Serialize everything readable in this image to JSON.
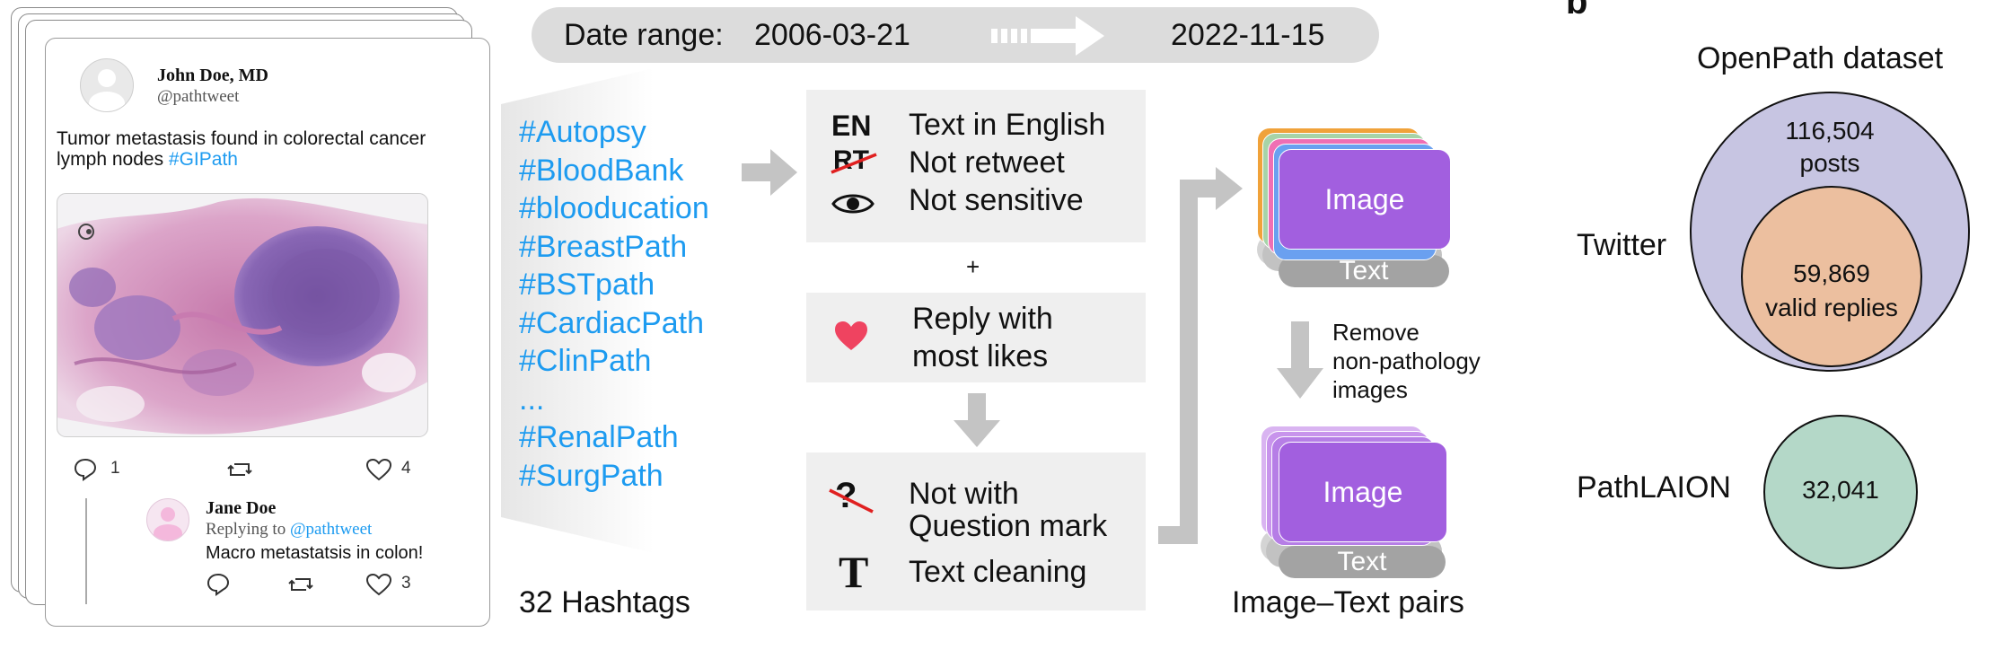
{
  "tweet": {
    "author_name": "John Doe, MD",
    "handle": "@pathtweet",
    "text_line1": "Tumor metastasis found in colorectal cancer",
    "text_line2_prefix": "lymph nodes ",
    "hashtag": "#GIPath",
    "replies_count": "1",
    "likes_count": "4",
    "reply": {
      "author_name": "Jane Doe",
      "replying_prefix": "Replying to ",
      "replying_handle": "@pathtweet",
      "text": "Macro metastatsis in colon!",
      "likes_count": "3"
    }
  },
  "date_range": {
    "label": "Date range:",
    "start": "2006-03-21",
    "end": "2022-11-15"
  },
  "hashtags": {
    "items": [
      "#Autopsy",
      "#BloodBank",
      "#blooducation",
      "#BreastPath",
      "#BSTpath",
      "#CardiacPath",
      "#ClinPath",
      "...",
      "#RenalPath",
      "#SurgPath"
    ],
    "caption": "32 Hashtags"
  },
  "filters": {
    "box1": {
      "en_glyph": "EN",
      "rt_glyph": "RT",
      "english": "Text in English",
      "retweet": "Not retweet",
      "sensitive": "Not sensitive"
    },
    "plus": "+",
    "box2": {
      "line1": "Reply with",
      "line2": "most likes"
    },
    "box3": {
      "qmark_glyph": "?",
      "t_glyph": "T",
      "question_line1": "Not with",
      "question_line2": "Question mark",
      "cleaning": "Text cleaning"
    }
  },
  "pairs": {
    "image_label": "Image",
    "text_label": "Text",
    "remove_line1": "Remove",
    "remove_line2": "non-pathology",
    "remove_line3": "images",
    "caption": "Image–Text pairs"
  },
  "panel_b": {
    "panel_letter": "b",
    "title": "OpenPath dataset",
    "twitter_label": "Twitter",
    "posts_count": "116,504",
    "posts_label": "posts",
    "replies_count": "59,869",
    "replies_label": "valid replies",
    "pathlaion_label": "PathLAION",
    "pathlaion_count": "32,041"
  },
  "colors": {
    "hashtag_blue": "#1d9bf0",
    "image_purple": "#a25fdf",
    "twitter_circle": "#c7c5e2",
    "replies_circle": "#ecbf9f",
    "pathlaion_circle": "#b4d8c8",
    "arrow_gray": "#c4c4c4",
    "heart_red": "#ef4360"
  }
}
